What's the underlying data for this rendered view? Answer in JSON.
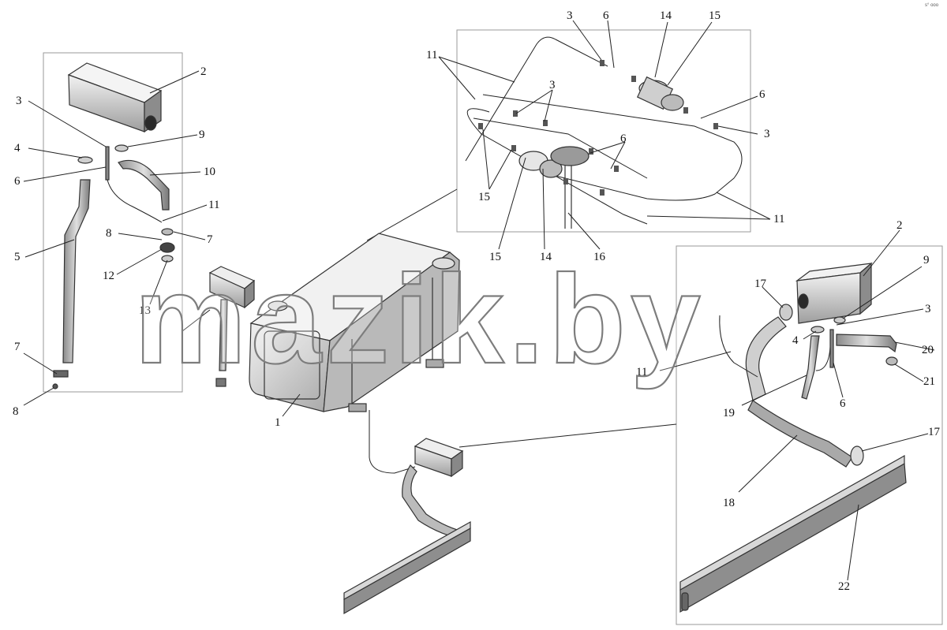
{
  "corner_mark": "s° ooo",
  "watermark": "mazik.by",
  "callouts": {
    "left_panel": [
      "2",
      "3",
      "9",
      "4",
      "10",
      "6",
      "11",
      "8",
      "7",
      "5",
      "12",
      "13",
      "7",
      "8"
    ],
    "top_panel": [
      "11",
      "3",
      "6",
      "14",
      "15",
      "3",
      "6",
      "3",
      "6",
      "15",
      "14",
      "16",
      "11"
    ],
    "right_panel": [
      "2",
      "9",
      "17",
      "3",
      "4",
      "20",
      "11",
      "21",
      "6",
      "19",
      "17",
      "18",
      "22"
    ],
    "main": [
      "1"
    ]
  },
  "colors": {
    "part_light": "#e9e9e9",
    "part_mid": "#bdbdbd",
    "part_dark": "#6e6e6e",
    "frame": "#9a9a9a"
  }
}
